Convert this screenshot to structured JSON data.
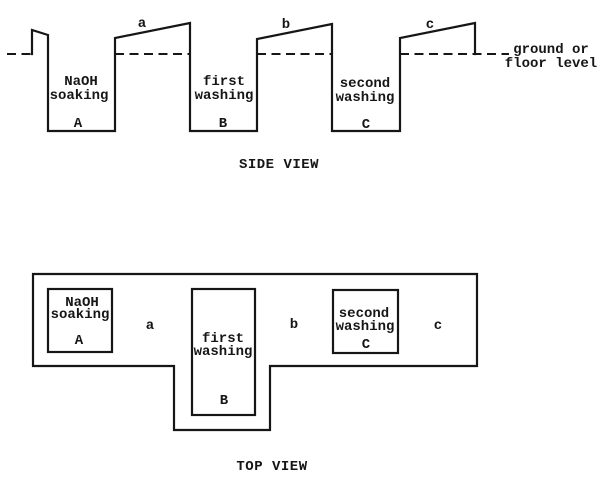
{
  "colors": {
    "ink": "#161616",
    "background": "#ffffff"
  },
  "side_view": {
    "title": "SIDE VIEW",
    "ground_label": {
      "line1": "ground or",
      "line2": "floor level"
    },
    "ramp_labels": {
      "a": "a",
      "b": "b",
      "c": "c"
    },
    "tanks": [
      {
        "name_line1": "NaOH",
        "name_line2": "soaking",
        "letter": "A"
      },
      {
        "name_line1": "first",
        "name_line2": "washing",
        "letter": "B"
      },
      {
        "name_line1": "second",
        "name_line2": "washing",
        "letter": "C"
      }
    ]
  },
  "top_view": {
    "title": "TOP VIEW",
    "ramp_labels": {
      "a": "a",
      "b": "b",
      "c": "c"
    },
    "tanks": [
      {
        "name_line1": "NaOH",
        "name_line2": "soaking",
        "letter": "A"
      },
      {
        "name_line1": "first",
        "name_line2": "washing",
        "letter": "B"
      },
      {
        "name_line1": "second",
        "name_line2": "washing",
        "letter": "C"
      }
    ]
  }
}
